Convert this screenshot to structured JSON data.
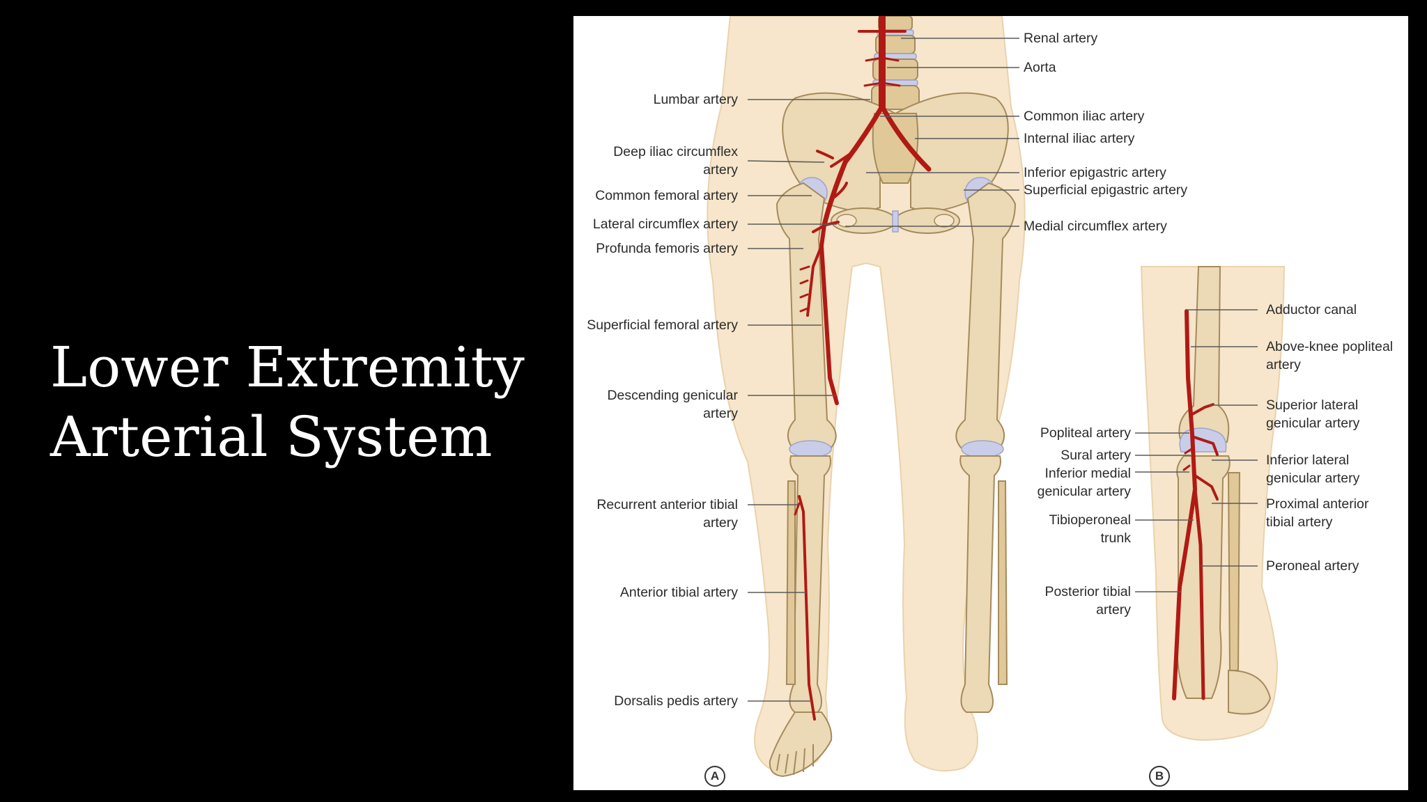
{
  "title": {
    "line1": "Lower Extremity",
    "line2": "Arterial System"
  },
  "panel_a": {
    "letter": "A",
    "left_labels": [
      "Lumbar artery",
      "Deep iliac circumflex",
      "artery",
      "Common femoral artery",
      "Lateral circumflex artery",
      "Profunda femoris artery",
      "Superficial femoral artery",
      "Descending genicular",
      "artery",
      "Recurrent anterior tibial",
      "artery",
      "Anterior tibial artery",
      "Dorsalis pedis artery"
    ],
    "right_labels": [
      "Renal artery",
      "Aorta",
      "Common iliac artery",
      "Internal iliac artery",
      "Inferior epigastric artery",
      "Superficial epigastric artery",
      "Medial circumflex artery"
    ]
  },
  "panel_b": {
    "letter": "B",
    "left_labels": [
      "Popliteal artery",
      "Sural artery",
      "Inferior medial",
      "genicular artery",
      "Tibioperoneal",
      "trunk",
      "Posterior tibial",
      "artery"
    ],
    "right_labels": [
      "Adductor canal",
      "Above-knee popliteal",
      "artery",
      "Superior lateral",
      "genicular artery",
      "Inferior lateral",
      "genicular artery",
      "Proximal anterior",
      "tibial artery",
      "Peroneal artery"
    ]
  },
  "colors": {
    "background": "#000000",
    "title_text": "#ffffff",
    "artery": "#b01a14",
    "bone": "#ecd9b5",
    "skin": "#f7e6cb",
    "cartilage": "#c9cde8"
  }
}
